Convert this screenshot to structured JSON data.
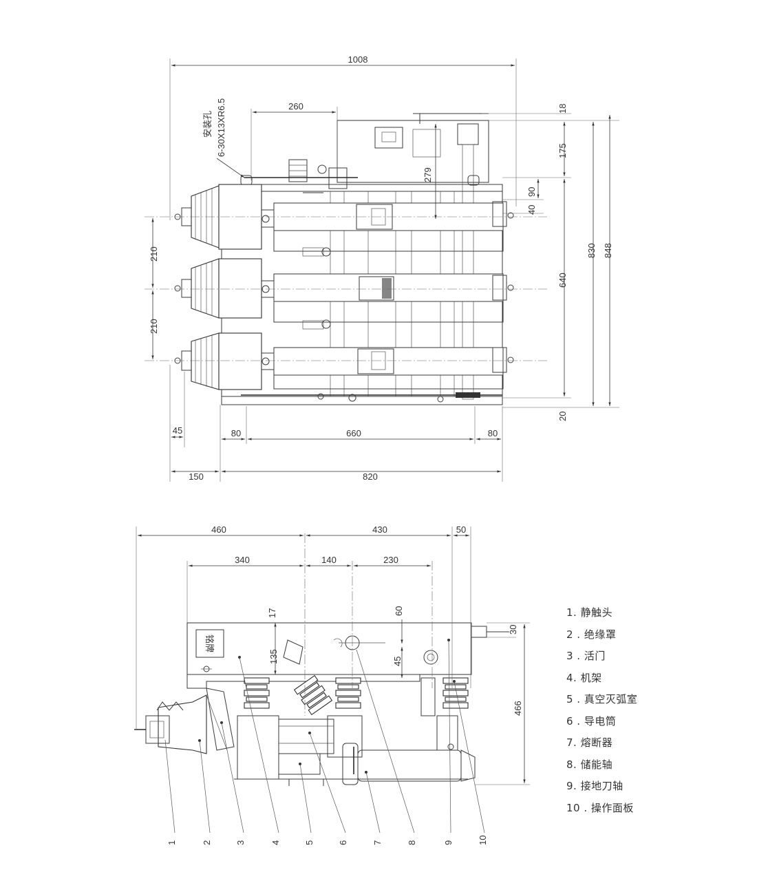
{
  "top_view": {
    "dims": {
      "overall_width": "1008",
      "mount_offset": "260",
      "mount_hole_label": "安装孔",
      "mount_hole_spec": "6-30X13XR6.5",
      "pitch_1": "210",
      "pitch_2": "210",
      "top_18": "18",
      "height_175": "175",
      "height_279": "279",
      "height_90": "90",
      "height_40": "40",
      "height_640": "640",
      "height_830": "830",
      "height_848": "848",
      "bottom_20": "20",
      "left_45": "45",
      "seg_80_left": "80",
      "seg_660": "660",
      "seg_80_right": "80",
      "width_150": "150",
      "width_820": "820"
    }
  },
  "side_view": {
    "dims": {
      "w_460": "460",
      "w_430": "430",
      "w_50": "50",
      "w_340": "340",
      "w_140": "140",
      "w_230": "230",
      "h_17": "17",
      "h_60": "60",
      "h_30": "30",
      "h_135": "135",
      "h_45": "45",
      "h_466": "466"
    },
    "nameplate": "铭牌",
    "callouts": [
      "1",
      "2",
      "3",
      "4",
      "5",
      "6",
      "7",
      "8",
      "9",
      "10"
    ]
  },
  "legend": [
    "1. 静触头",
    "2 . 绝缘罩",
    "3 . 活门",
    "4. 机架",
    "5 . 真空灭弧室",
    "6 . 导电筒",
    "7. 熔断器",
    "8. 储能轴",
    "9. 接地刀轴",
    "10 . 操作面板"
  ]
}
